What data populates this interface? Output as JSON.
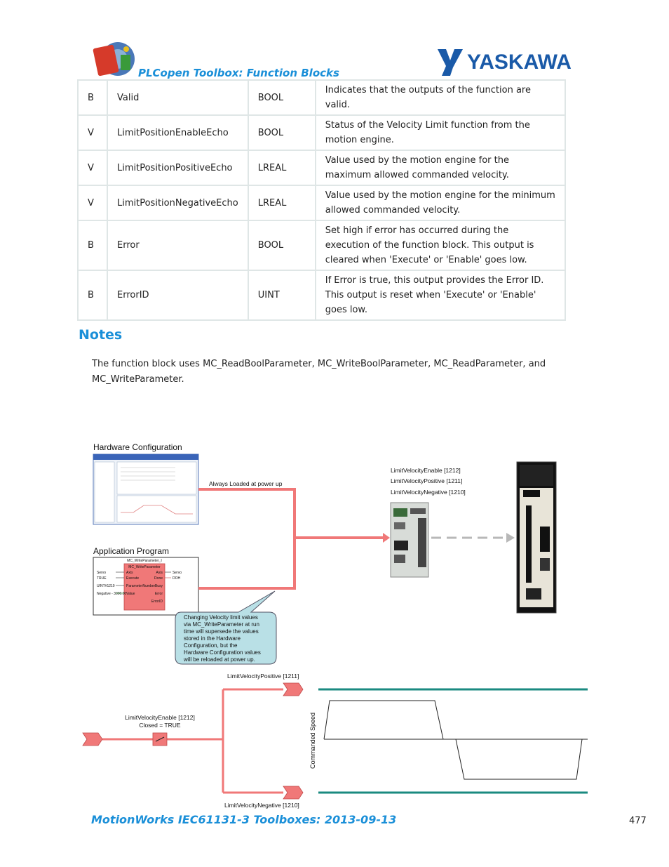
{
  "header": {
    "title": "PLCopen Toolbox: Function Blocks",
    "brand": "YASKAWA"
  },
  "table": {
    "rows": [
      {
        "type": "B",
        "name": "Valid",
        "datatype": "BOOL",
        "description": "Indicates that the outputs of the function are valid."
      },
      {
        "type": "V",
        "name": "LimitPositionEnableEcho",
        "datatype": "BOOL",
        "description": "Status of the Velocity Limit function from the motion engine."
      },
      {
        "type": "V",
        "name": "LimitPositionPositiveEcho",
        "datatype": "LREAL",
        "description": "Value used by the motion engine for the maximum allowed commanded velocity."
      },
      {
        "type": "V",
        "name": "LimitPositionNegativeEcho",
        "datatype": "LREAL",
        "description": "Value used by the motion engine for the minimum allowed commanded velocity."
      },
      {
        "type": "B",
        "name": "Error",
        "datatype": "BOOL",
        "description": "Set high if error has occurred during the execution of the function block. This output is cleared when 'Execute' or 'Enable' goes low."
      },
      {
        "type": "B",
        "name": "ErrorID",
        "datatype": "UINT",
        "description": "If Error is true, this output provides the Error ID. This output is reset when 'Execute' or 'Enable' goes low."
      }
    ]
  },
  "notes": {
    "heading": "Notes",
    "body": "The function block uses MC_ReadBoolParameter, MC_WriteBoolParameter, MC_ReadParameter, and MC_WriteParameter."
  },
  "diagram": {
    "hw_config_label": "Hardware Configuration",
    "app_program_label": "Application Program",
    "always_loaded": "Always Loaded at power up",
    "param_enable": "LimitVelocityEnable [1212]",
    "param_positive": "LimitVelocityPositive [1211]",
    "param_negative": "LimitVelocityNegative [1210]",
    "fb_instance": "MC_WriteParameter_I",
    "fb_name": "MC_WriteParameter",
    "fb_inputs": [
      "Axis",
      "Execute",
      "ParameterNumber",
      "Value"
    ],
    "fb_outputs": [
      "Axis",
      "Done",
      "Busy",
      "Error",
      "ErrorID"
    ],
    "fb_in_values": [
      "Servo",
      "TRUE",
      "UINT#1210",
      "Negative - 3000.00"
    ],
    "fb_out_values": [
      "Servo",
      "DOH"
    ],
    "callout_lines": [
      "Changing Velocity limit values",
      "via MC_WriteParameter at run",
      "time will supersede the values",
      "stored in the Hardware",
      "Configuration, but the",
      "Hardware Configuration values",
      "will be reloaded at power up."
    ],
    "switch_label": "LimitVelocityEnable [1212]",
    "switch_state": "Closed = TRUE",
    "out_positive": "LimitVelocityPositive [1211]",
    "out_negative": "LimitVelocityNegative [1210]",
    "y_axis_label": "Commanded Speed",
    "colors": {
      "wire": "#f07878",
      "limit": "#1a8a80",
      "callout": "#b9e0e6",
      "accent": "#1a8fd8"
    }
  },
  "footer": {
    "title": "MotionWorks IEC61131-3 Toolboxes: 2013-09-13",
    "page": "477"
  }
}
